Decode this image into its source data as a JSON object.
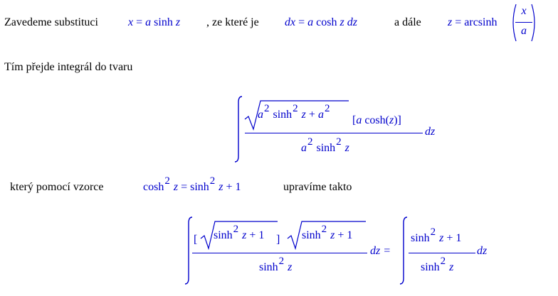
{
  "line1": {
    "intro": "Zavedeme substituci",
    "sub_lhs": "x",
    "sub_eq": " = ",
    "sub_a": "a",
    "sub_rhs": " sinh ",
    "sub_z": "z",
    "which": ", ze které je",
    "dx": "dx",
    "dx_eq": " = ",
    "dx_a": "a",
    "dx_cosh": " cosh ",
    "dx_z": "z",
    "dx_dz": " dz",
    "and": "a dále",
    "z_lhs": "z",
    "z_eq": " = arcsinh",
    "frac_num": "x",
    "frac_den": "a"
  },
  "line2": {
    "text": "Tím přejde integrál do tvaru"
  },
  "integral1": {
    "rad_a": "a",
    "exp2": "2",
    "rad_sinh": " sinh",
    "rad_z": " z",
    "rad_plus": " + ",
    "rad_a2": "a",
    "bracket_open": "[",
    "br_a": "a",
    "br_cosh": " cosh(",
    "br_z": "z",
    "br_close": ")]",
    "den_a": "a",
    "den_sinh": " sinh",
    "den_z": " z",
    "dz": "dz"
  },
  "line3": {
    "text": "který pomocí vzorce",
    "lhs_cosh": "cosh",
    "lhs_z": " z",
    "eq": " = sinh",
    "rhs_z": " z",
    "rhs_plus": " + 1",
    "tail": "upravíme takto"
  },
  "integral2": {
    "open": "[",
    "r1_sinh": "sinh",
    "r1_z": " z",
    "r1_plus": " + 1",
    "close": " ]",
    "r2_sinh": "sinh",
    "r2_z": " z",
    "r2_plus": " + 1",
    "den_sinh": "sinh",
    "den_z": " z",
    "dz_eq": "dz =",
    "f2_sinh": "sinh",
    "f2_z": " z",
    "f2_plus": " + 1",
    "f2_den_sinh": "sinh",
    "f2_den_z": " z",
    "dz": "dz"
  }
}
